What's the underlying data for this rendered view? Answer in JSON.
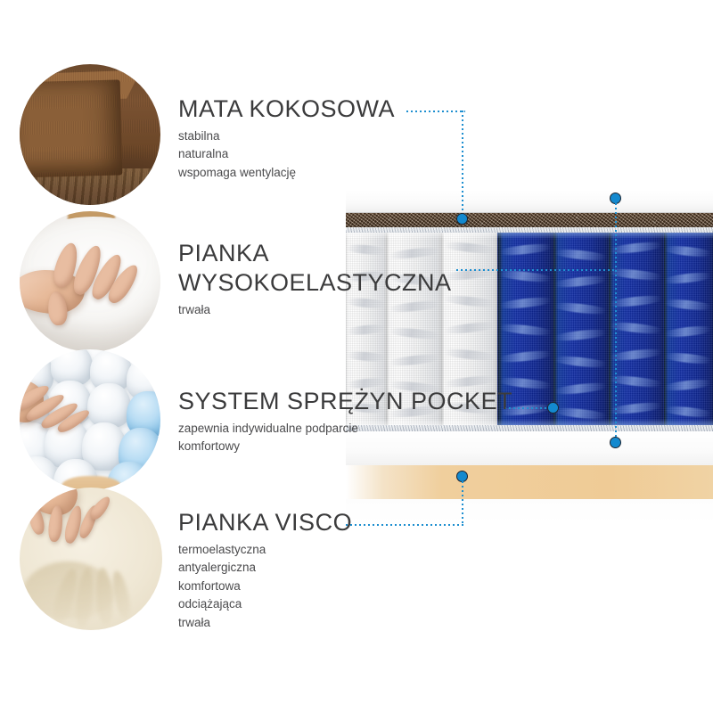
{
  "layers": [
    {
      "id": "coconut",
      "title": "MATA KOKOSOWA",
      "features": [
        "stabilna",
        "naturalna",
        "wspomaga wentylację"
      ],
      "photo_alt": "mata-kokosowa-photo"
    },
    {
      "id": "highelastic",
      "title": "PIANKA\nWYSOKOELASTYCZNA",
      "features": [
        "trwała"
      ],
      "photo_alt": "pianka-wysokoelastyczna-photo"
    },
    {
      "id": "pocket",
      "title": "SYSTEM SPRĘŻYN POCKET",
      "features": [
        "zapewnia indywidualne podparcie",
        "komfortowy"
      ],
      "photo_alt": "system-sprezyn-pocket-photo"
    },
    {
      "id": "visco",
      "title": "PIANKA VISCO",
      "features": [
        "termoelastyczna",
        "antyalergiczna",
        "komfortowa",
        "odciążająca",
        "trwała"
      ],
      "photo_alt": "pianka-visco-photo"
    }
  ],
  "colors": {
    "accent": "#1389cf",
    "connector": "#1e8fd0",
    "title_text": "#3b3b3c",
    "body_text": "#4a4a4c",
    "coconut_layer": "#6f5136",
    "spring_blue": "#132fa4",
    "spring_white": "#f2f3f4",
    "visco_layer": "#efcb96",
    "background": "#ffffff"
  },
  "diagram": {
    "name": "mattress-cross-section",
    "layer_stack": [
      "top-cover",
      "coconut-mat",
      "fleece-top",
      "pocket-spring-core",
      "fleece-bottom",
      "bottom-foam",
      "visco-foam",
      "bottom-cover"
    ],
    "spring_count_white": 3,
    "spring_count_blue": 4,
    "marker_count": 5
  }
}
